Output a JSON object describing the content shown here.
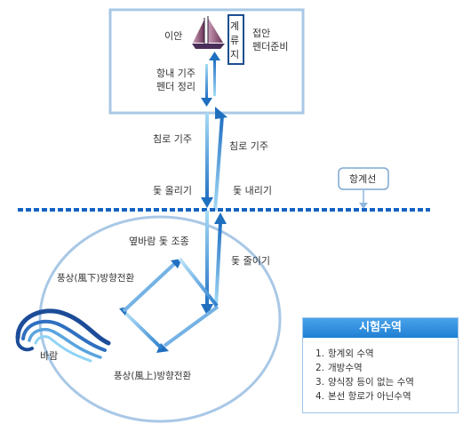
{
  "labels": {
    "unmooring": "이안",
    "mooring_pier_chars": [
      "계",
      "류",
      "지"
    ],
    "berthing_line1": "접안",
    "berthing_line2": "펜더준비",
    "harbor_line1": "항내 기주",
    "harbor_line2": "펜더 정리",
    "close_hauled_left": "침로 기주",
    "close_hauled_right": "침로 기주",
    "raise_sail": "돛 올리기",
    "lower_sail": "돛 내리기",
    "harbor_limit": "항계선",
    "beam_reach": "옆바람 돛 조종",
    "reef_sail": "돛 줄이기",
    "downwind_turn": "풍상(風下)방향전환",
    "upwind_turn": "풍상(風上)방향전환",
    "wind": "바람"
  },
  "legend": {
    "title": "시험수역",
    "items": [
      {
        "num": "1.",
        "text": "항계외 수역"
      },
      {
        "num": "2.",
        "text": "개방수역"
      },
      {
        "num": "3.",
        "text": "양식장 등이 없는 수역"
      },
      {
        "num": "4.",
        "text": "본선 항로가 아닌수역"
      }
    ]
  },
  "colors": {
    "harbor_box_border": "#a9c8e6",
    "harbor_line": "#1565c0",
    "arrow_light": "#7cc8f2",
    "arrow_dark": "#1f6fbf",
    "legend_header": "#2b8ae0",
    "wave_dark": "#1e4f9c",
    "wave_light": "#8fd0f2"
  },
  "icons": {
    "sailboat": "sailboat-icon",
    "wave": "wave-icon"
  }
}
